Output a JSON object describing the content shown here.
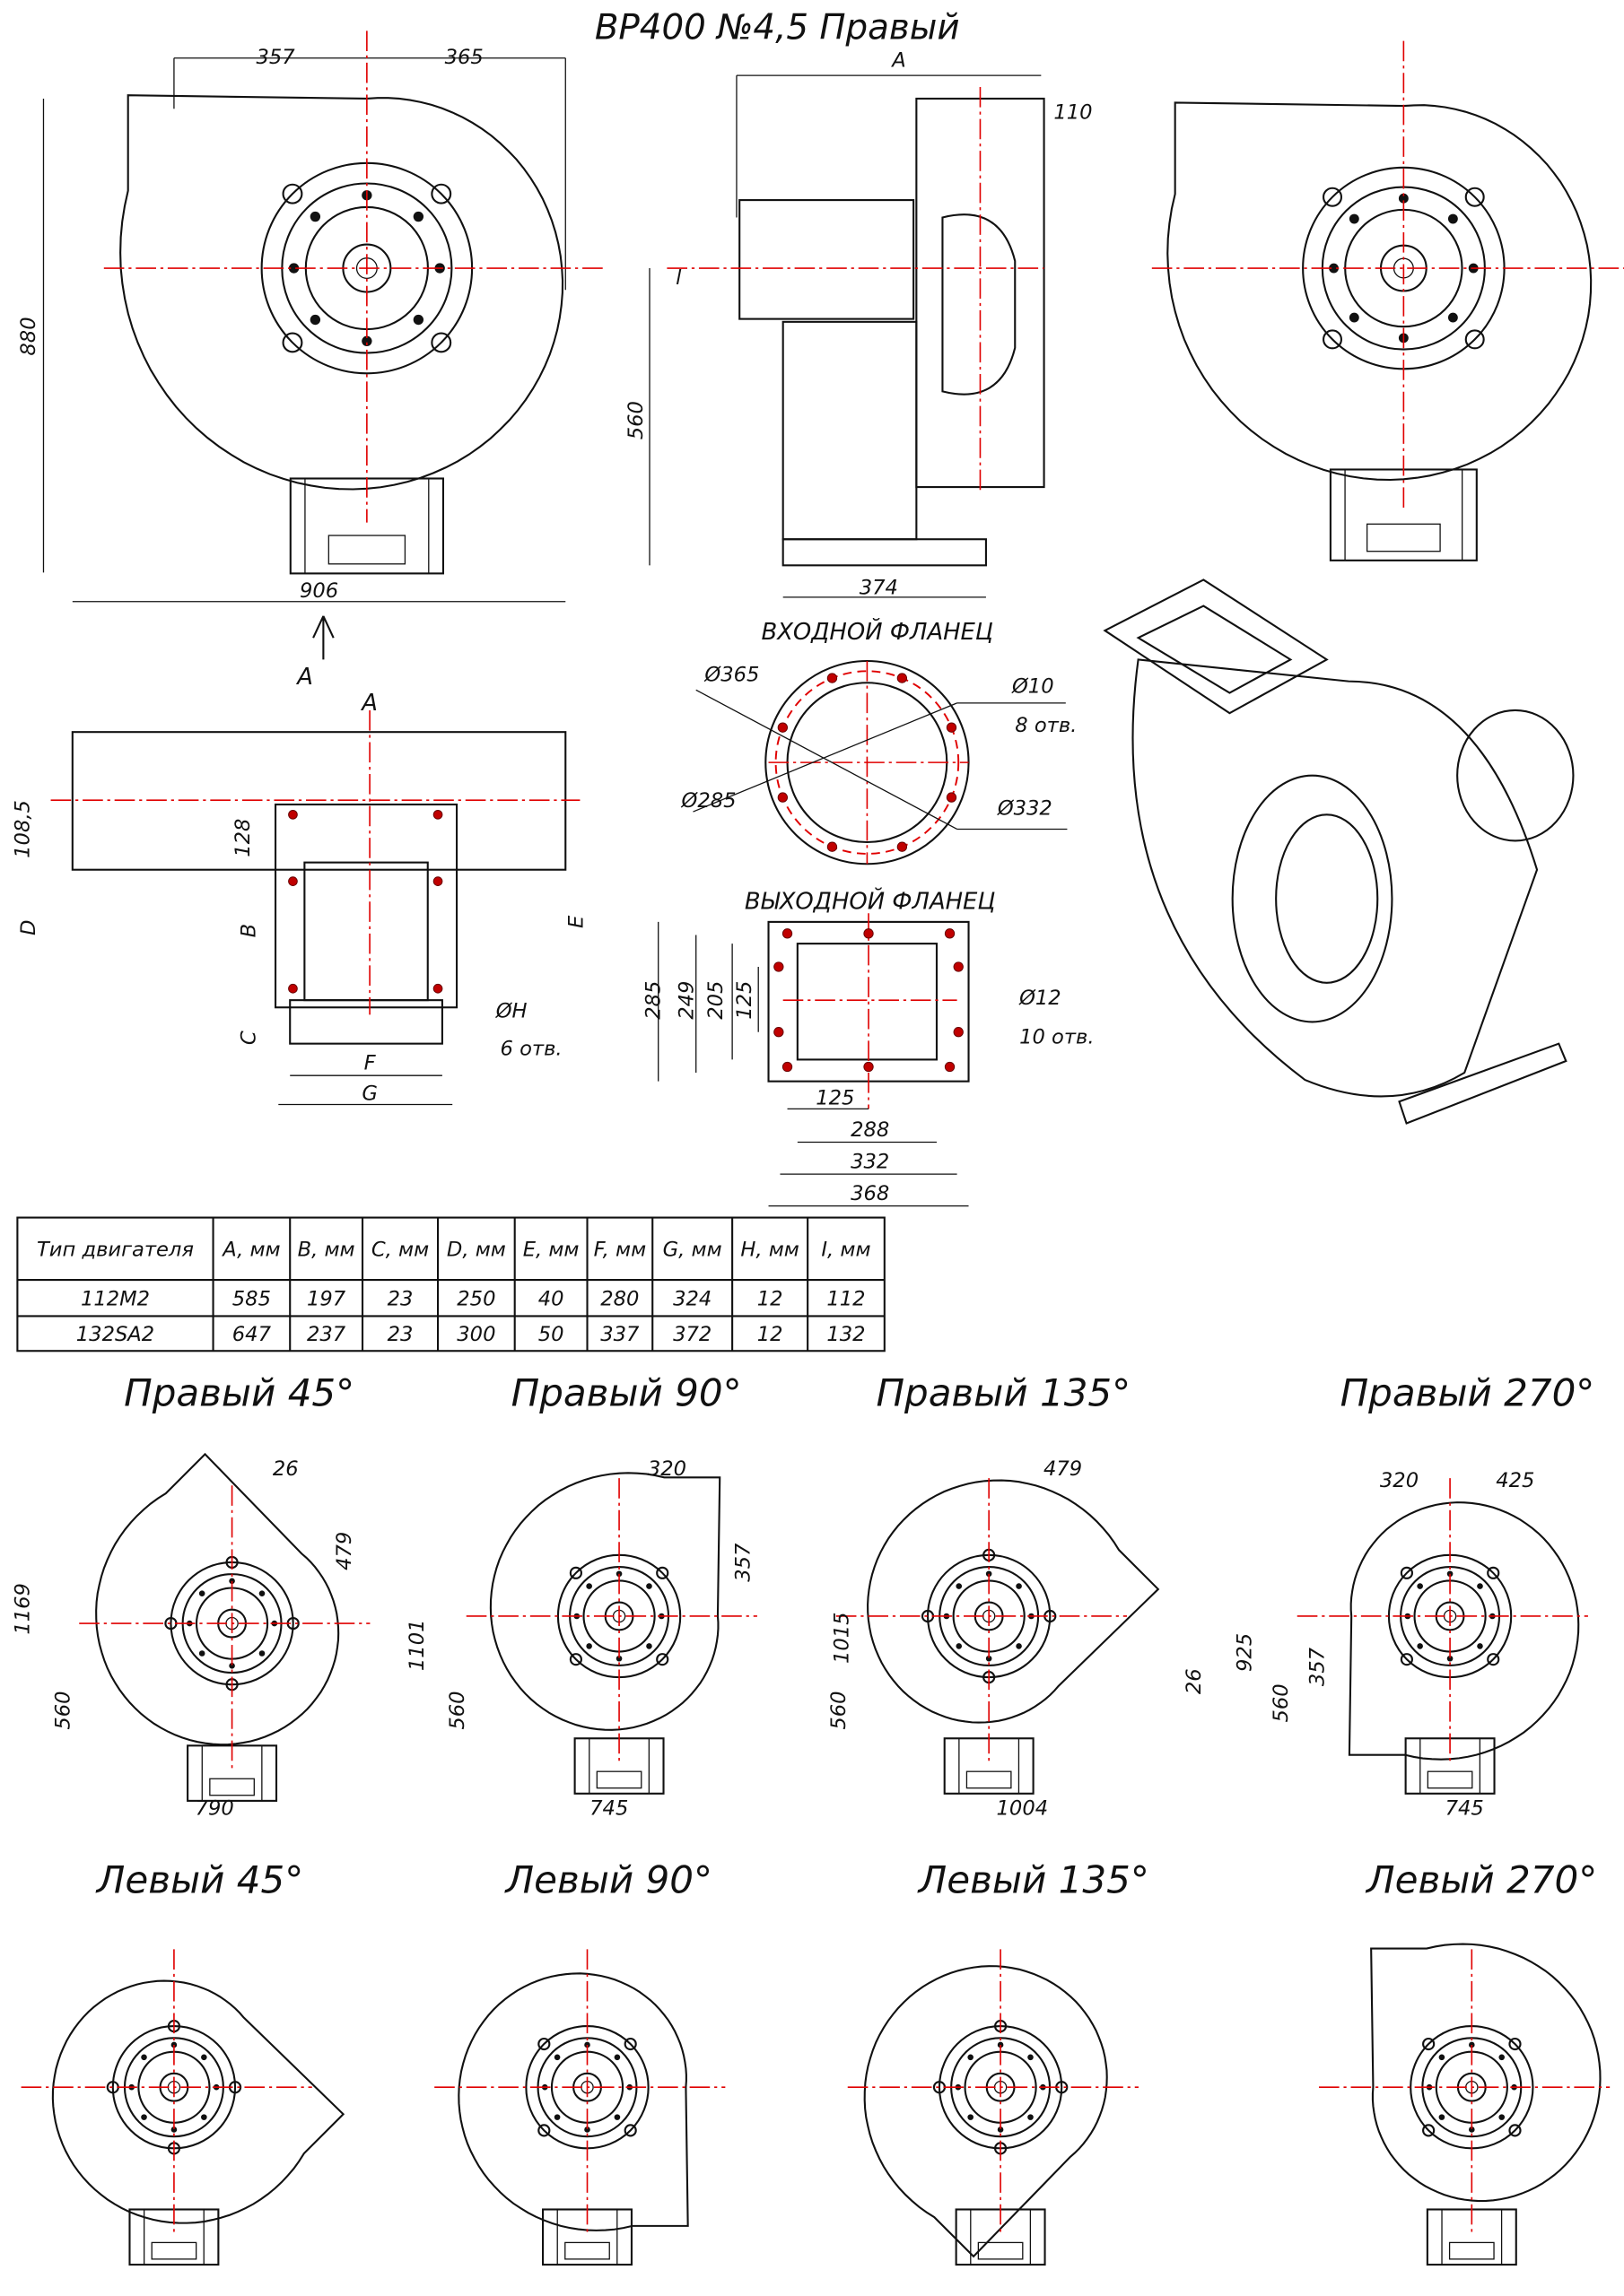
{
  "title": "ВР400 №4,5 Правый",
  "front_view": {
    "dim_left": "357",
    "dim_right": "365",
    "dim_height": "880",
    "dim_width": "906"
  },
  "side_view": {
    "dim_A": "A",
    "dim_110": "110",
    "dim_l": "l",
    "dim_560": "560",
    "dim_374": "374"
  },
  "section_view": {
    "arrow_label": "A",
    "section_label": "A",
    "dim_108": "108,5",
    "dim_128": "128",
    "dim_D": "D",
    "dim_B": "B",
    "dim_E": "E",
    "dim_C": "C",
    "hole_label": "ØH",
    "hole_count": "6 отв.",
    "dim_F": "F",
    "dim_G": "G"
  },
  "inlet_flange": {
    "title": "ВХОДНОЙ ФЛАНЕЦ",
    "d365": "Ø365",
    "d10": "Ø10",
    "holes": "8 отв.",
    "d285": "Ø285",
    "d332": "Ø332"
  },
  "outlet_flange": {
    "title": "ВЫХОДНОЙ ФЛАНЕЦ",
    "h285": "285",
    "h249": "249",
    "h205": "205",
    "h125": "125",
    "d12": "Ø12",
    "holes": "10 отв.",
    "w125": "125",
    "w288": "288",
    "w332": "332",
    "w368": "368"
  },
  "table": {
    "headers": [
      "Тип двигателя",
      "A, мм",
      "B, мм",
      "C, мм",
      "D, мм",
      "E, мм",
      "F, мм",
      "G, мм",
      "H, мм",
      "I, мм"
    ],
    "rows": [
      [
        "112M2",
        "585",
        "197",
        "23",
        "250",
        "40",
        "280",
        "324",
        "12",
        "112"
      ],
      [
        "132SA2",
        "647",
        "237",
        "23",
        "300",
        "50",
        "337",
        "372",
        "12",
        "132"
      ]
    ]
  },
  "variants_right": [
    {
      "title": "Правый 45°",
      "dims": [
        "26",
        "479",
        "1169",
        "560",
        "790"
      ]
    },
    {
      "title": "Правый 90°",
      "dims": [
        "320",
        "357",
        "1101",
        "560",
        "745"
      ]
    },
    {
      "title": "Правый 135°",
      "dims": [
        "479",
        "1015",
        "560",
        "26",
        "1004"
      ]
    },
    {
      "title": "Правый 270°",
      "dims": [
        "320",
        "425",
        "925",
        "560",
        "357",
        "745"
      ]
    }
  ],
  "variants_left": [
    {
      "title": "Левый 45°"
    },
    {
      "title": "Левый 90°"
    },
    {
      "title": "Левый 135°"
    },
    {
      "title": "Левый 270°"
    }
  ]
}
